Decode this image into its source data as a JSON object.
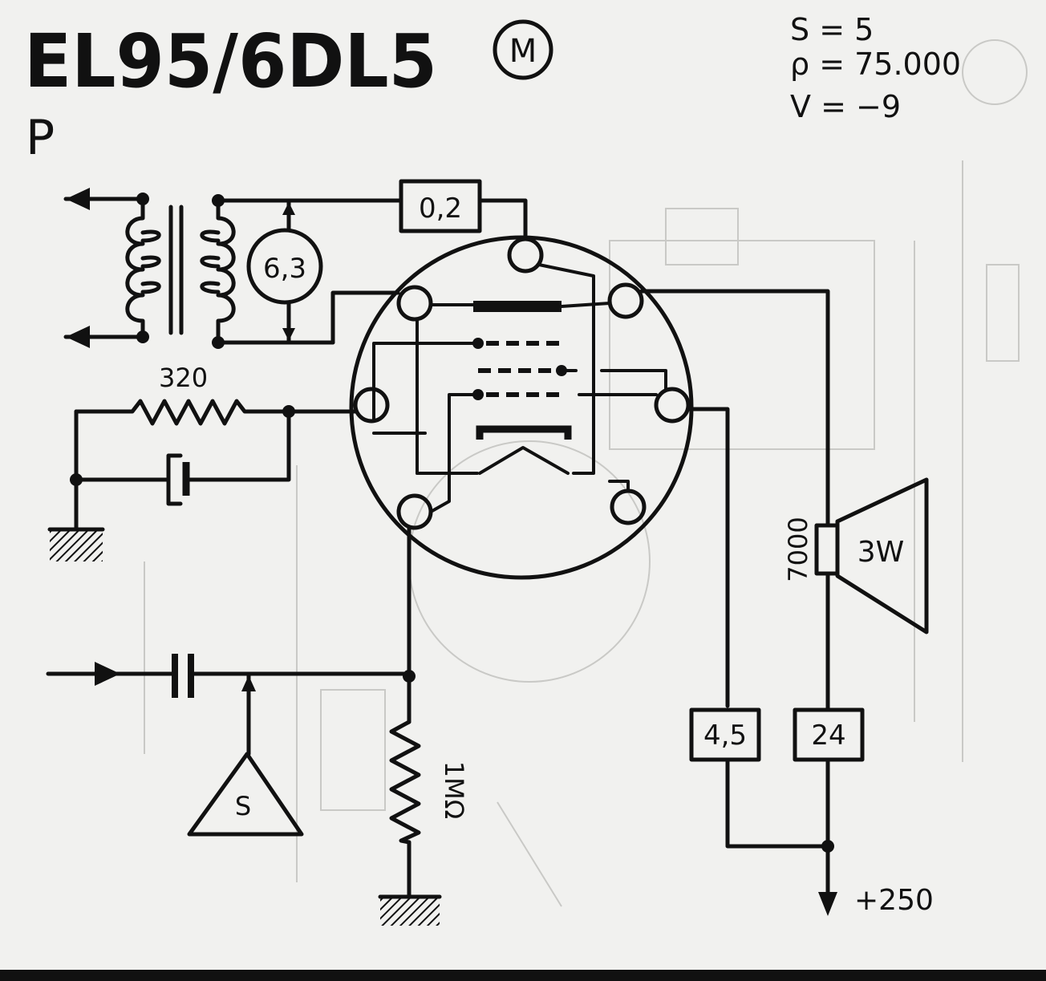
{
  "header": {
    "title": "EL95/6DL5",
    "badge": "M",
    "subtitle": "P"
  },
  "specs": {
    "s": "S = 5",
    "rho": "ρ = 75.000",
    "v": "V = −9"
  },
  "labels": {
    "heater_voltage": "6,3",
    "heater_current": "0,2",
    "resistor_320": "320",
    "source": "S",
    "grid_resistor": "1MΩ",
    "output_impedance": "7000",
    "speaker_power": "3W",
    "screen_current": "4,5",
    "plate_current": "24",
    "supply": "+250"
  }
}
